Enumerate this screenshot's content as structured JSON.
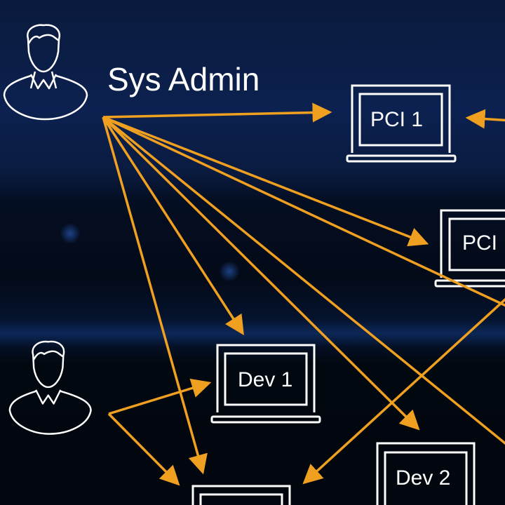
{
  "colors": {
    "arrow": "#F0A020",
    "outline": "#FFFFFF"
  },
  "users": [
    {
      "id": "sys-admin",
      "label": "Sys Admin",
      "icon": "user-icon"
    },
    {
      "id": "developer",
      "label": "",
      "icon": "user-icon"
    }
  ],
  "devices": [
    {
      "id": "pci-1",
      "label": "PCI 1",
      "icon": "laptop-icon"
    },
    {
      "id": "pci-2",
      "label": "PCI",
      "icon": "laptop-icon"
    },
    {
      "id": "dev-1",
      "label": "Dev 1",
      "icon": "laptop-icon"
    },
    {
      "id": "dev-2",
      "label": "Dev 2",
      "icon": "laptop-icon"
    },
    {
      "id": "unlabeled",
      "label": "",
      "icon": "laptop-icon"
    }
  ],
  "connections": [
    {
      "from": "sys-admin",
      "to": "pci-1"
    },
    {
      "from": "sys-admin",
      "to": "pci-2"
    },
    {
      "from": "sys-admin",
      "to": "dev-1"
    },
    {
      "from": "sys-admin",
      "to": "dev-2"
    },
    {
      "from": "sys-admin",
      "to": "unlabeled"
    },
    {
      "from": "sys-admin",
      "to": "offscreen-1"
    },
    {
      "from": "sys-admin",
      "to": "offscreen-2"
    },
    {
      "from": "developer",
      "to": "dev-1"
    },
    {
      "from": "developer",
      "to": "unlabeled"
    },
    {
      "from": "offscreen-3",
      "to": "pci-1"
    },
    {
      "from": "offscreen-4",
      "to": "unlabeled"
    }
  ]
}
